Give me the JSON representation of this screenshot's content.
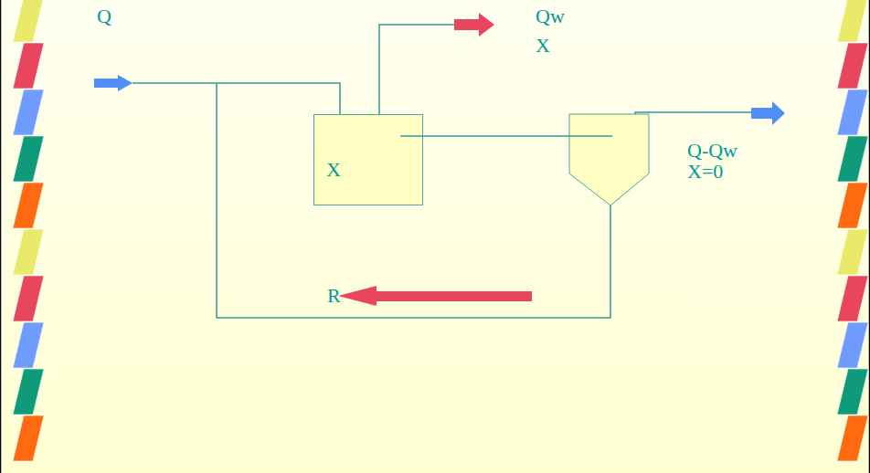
{
  "diagram": {
    "nodes": [
      {
        "text": [
          "X"
        ]
      }
    ],
    "labels": [
      "Q",
      "Qw",
      "X",
      "Q-Qw",
      "X=0",
      "R"
    ]
  }
}
